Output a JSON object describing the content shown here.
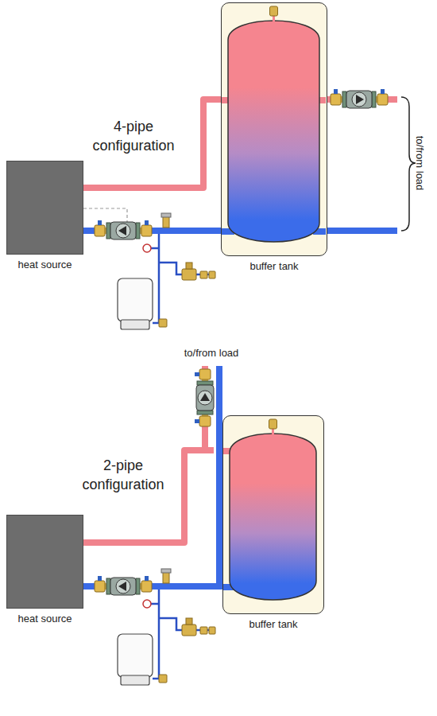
{
  "diagram": {
    "nodes": [
      {
        "text": [
          "heat source"
        ]
      },
      {
        "text": [
          "buffer tank"
        ]
      },
      {
        "text": [
          "heat source"
        ]
      },
      {
        "text": [
          "buffer tank"
        ]
      }
    ],
    "edges": [
      {
        "from": 0,
        "to": 1,
        "arrow": "none"
      },
      {
        "from": 1,
        "to": 0,
        "arrow": "none"
      },
      {
        "from": 2,
        "to": 3,
        "arrow": "none"
      },
      {
        "from": 3,
        "to": 2,
        "arrow": "none"
      }
    ],
    "labels": [
      "4-pipe configuration",
      "to/from load",
      "to/from load",
      "2-pipe configuration"
    ]
  }
}
